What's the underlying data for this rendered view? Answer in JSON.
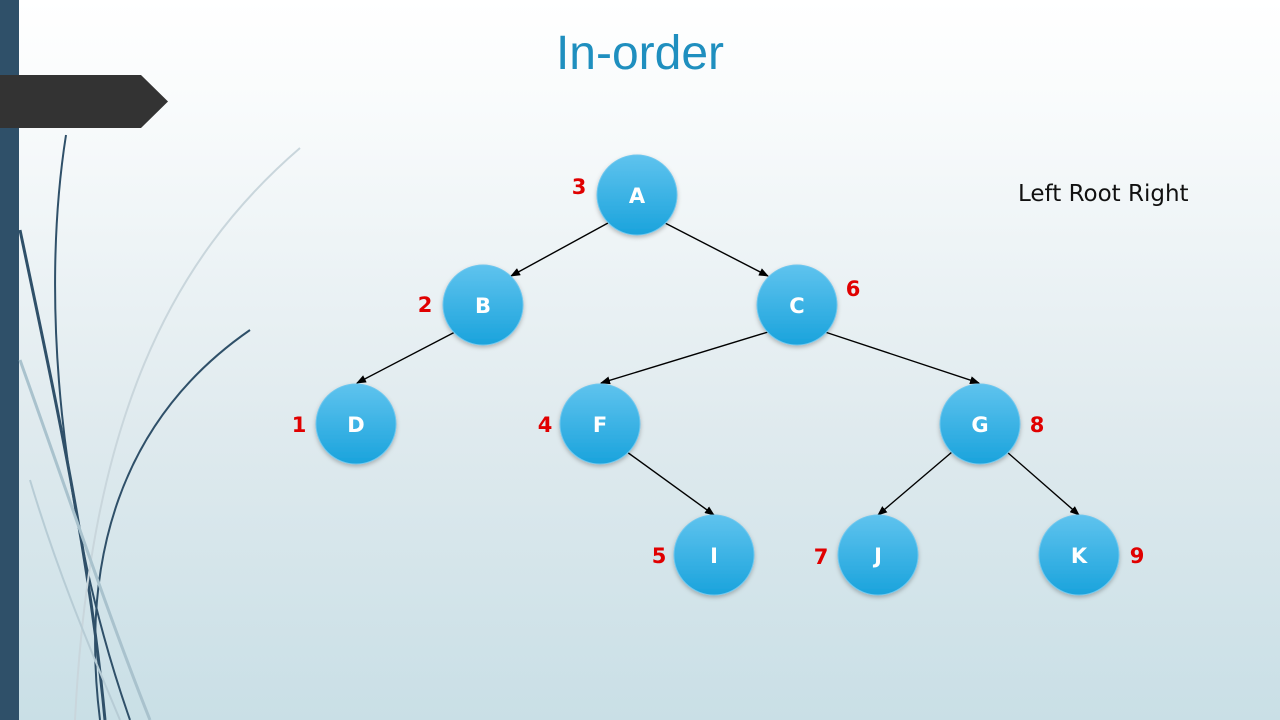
{
  "slide": {
    "title": "In-order",
    "rule_text": "Left Root Right"
  },
  "tree": {
    "nodes": [
      {
        "id": "A",
        "label": "A",
        "order": "3"
      },
      {
        "id": "B",
        "label": "B",
        "order": "2"
      },
      {
        "id": "C",
        "label": "C",
        "order": "6"
      },
      {
        "id": "D",
        "label": "D",
        "order": "1"
      },
      {
        "id": "F",
        "label": "F",
        "order": "4"
      },
      {
        "id": "G",
        "label": "G",
        "order": "8"
      },
      {
        "id": "I",
        "label": "I",
        "order": "5"
      },
      {
        "id": "J",
        "label": "J",
        "order": "7"
      },
      {
        "id": "K",
        "label": "K",
        "order": "9"
      }
    ],
    "edges": [
      [
        "A",
        "B"
      ],
      [
        "A",
        "C"
      ],
      [
        "B",
        "D"
      ],
      [
        "C",
        "F"
      ],
      [
        "C",
        "G"
      ],
      [
        "F",
        "I"
      ],
      [
        "G",
        "J"
      ],
      [
        "G",
        "K"
      ]
    ],
    "colors": {
      "node_fill_top": "#5fc3ee",
      "node_fill_bottom": "#1aa3dc",
      "order_label": "#e00000",
      "edge": "#000000"
    }
  }
}
